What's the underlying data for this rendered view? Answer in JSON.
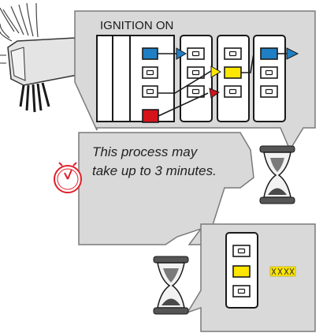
{
  "header": {
    "title": "IGNITION ON"
  },
  "message": {
    "line1": "This process may",
    "line2": "take up to 3 minutes."
  },
  "icons": [
    "ecu-module-icon",
    "clock-icon",
    "hourglass-icon",
    "led-slot-icon",
    "led-indicator-icon"
  ],
  "colors": {
    "panel": "#d9d9d9",
    "blue": "#1f7fc4",
    "yellow": "#ffe600",
    "red": "#d4141a",
    "clock": "#e0202a"
  }
}
